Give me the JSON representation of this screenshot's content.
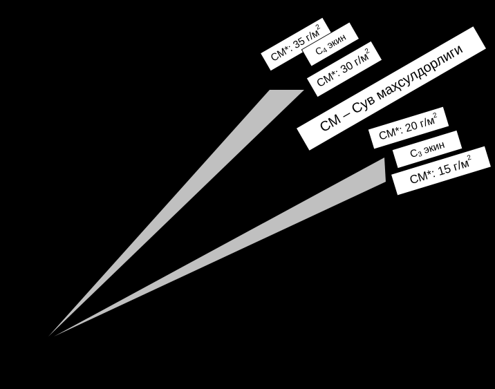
{
  "colors": {
    "background": "#000000",
    "wedge_fill": "#c0c0c0",
    "label_box": "#ffffff",
    "label_text": "#000000"
  },
  "labels": {
    "c4_upper": {
      "prefix": "СМ*: 35 г/м",
      "sup": "2"
    },
    "c4_crop": {
      "prefix": "С",
      "sub": "4",
      "suffix": " экин"
    },
    "c4_lower": {
      "prefix": "СМ*: 30 г/м",
      "sup": "2"
    },
    "water_productivity": {
      "text": "СМ – Сув маҳсулдорлиги"
    },
    "c3_upper": {
      "prefix": "СМ*: 20 г/м",
      "sup": "2"
    },
    "c3_crop": {
      "prefix": "С",
      "sub": "3",
      "suffix": " экин"
    },
    "c3_lower": {
      "prefix": "СМ*: 15 г/м",
      "sup": "2"
    }
  }
}
